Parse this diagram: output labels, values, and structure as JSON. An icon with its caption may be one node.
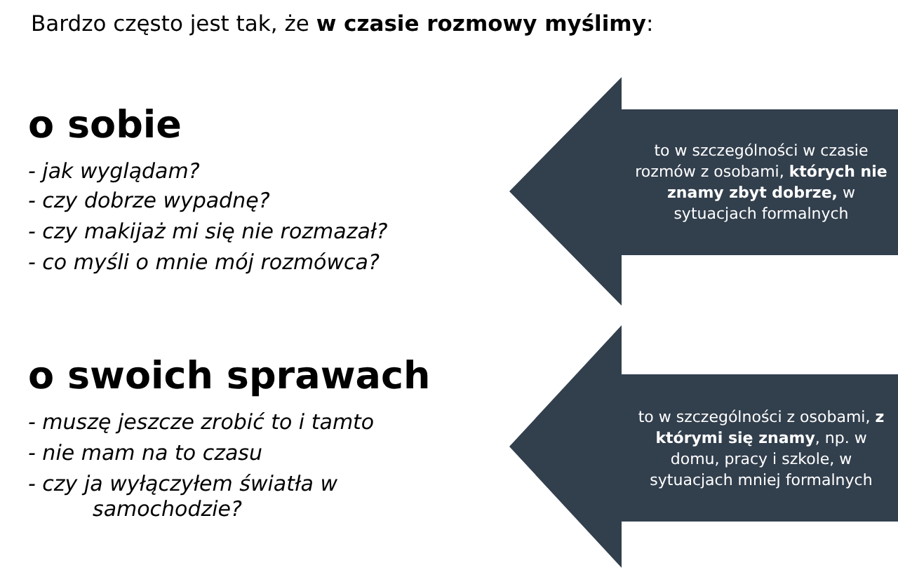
{
  "diagram": {
    "title": "Bardzo często jest tak, że **w czasie rozmowy myślimy**:",
    "nodes": [
      {
        "text": [
          "to w szczególności w czasie rozmów z osobami, **których nie znamy zbyt dobrze,** w sytuacjach formalnych"
        ]
      },
      {
        "text": [
          "to w szczególności z osobami, **z którymi się znamy**, np. w domu, pracy i szkole, w sytuacjach mniej formalnych"
        ]
      }
    ],
    "labels": [
      "o sobie",
      "- jak wyglądam?",
      "- czy dobrze wypadnę?",
      "- czy makijaż mi się nie rozmazał?",
      "- co myśli o mnie mój rozmówca?",
      "o swoich sprawach",
      "- muszę jeszcze zrobić to i tamto",
      "- nie mam na to czasu",
      "- czy ja wyłączyłem światła w samochodzie?"
    ]
  }
}
